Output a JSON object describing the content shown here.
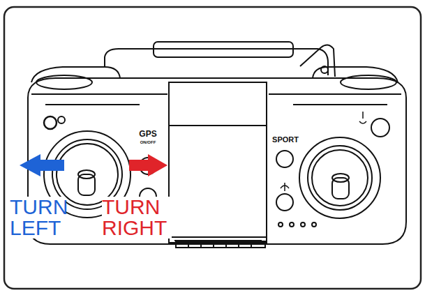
{
  "diagram": {
    "labels": [
      "GPS",
      "ON/OFF",
      "SPORT",
      "TURN LEFT",
      "TURN RIGHT"
    ]
  }
}
